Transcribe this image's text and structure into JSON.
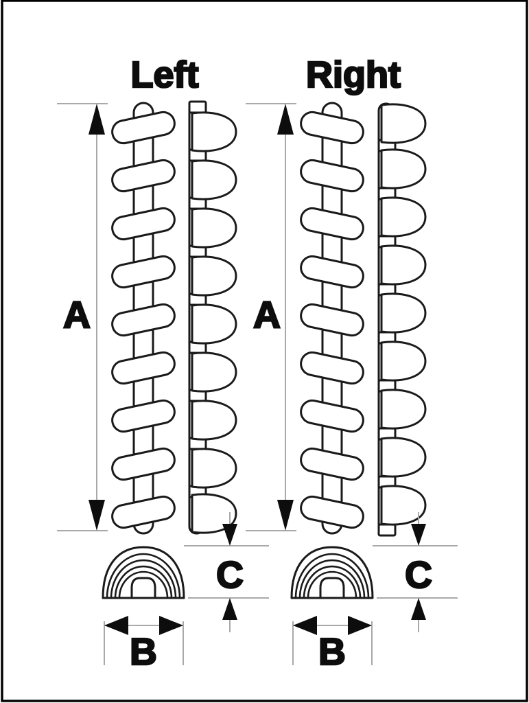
{
  "document": {
    "type": "dimension-diagram",
    "background": "#ffffff",
    "outline_color": "#1a1a1a",
    "dimension_line_color": "#a9a9a9",
    "ink_color": "#0d0d0d"
  },
  "views": {
    "left": {
      "title": "Left",
      "height_dim_label": "A",
      "width_dim_label": "B",
      "depth_dim_label": "C"
    },
    "right": {
      "title": "Right",
      "height_dim_label": "A",
      "width_dim_label": "B",
      "depth_dim_label": "C"
    }
  }
}
